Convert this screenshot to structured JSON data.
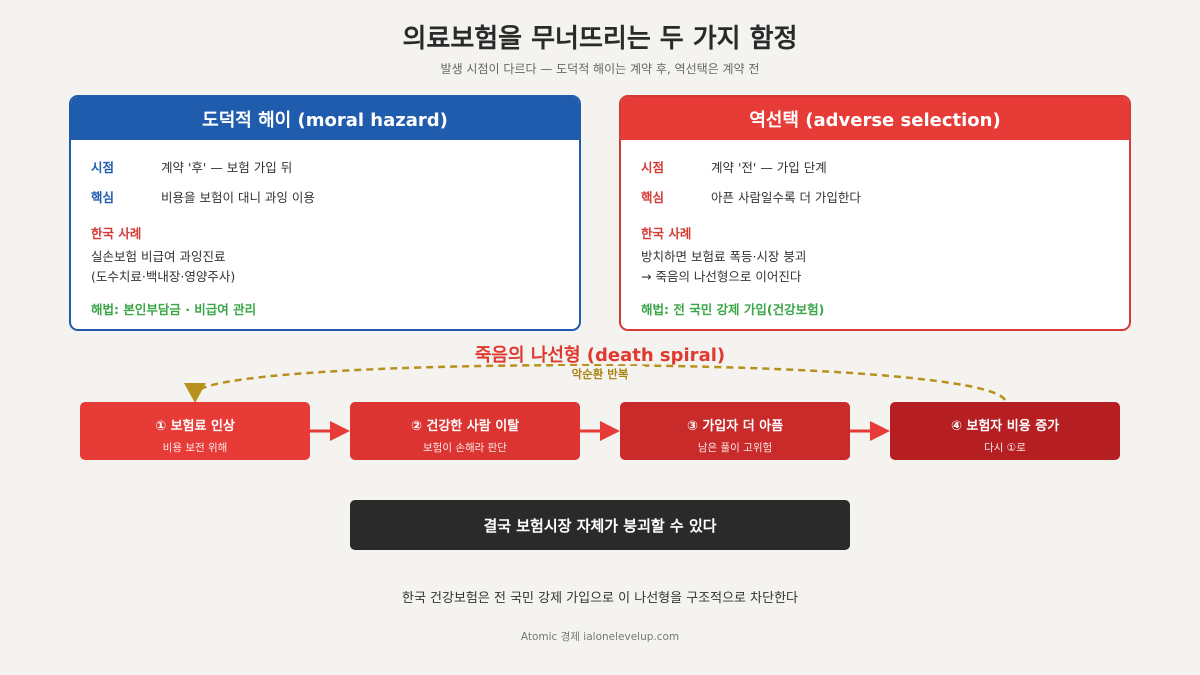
{
  "title": "의료보험을 무너뜨리는 두 가지 함정",
  "subtitle": "발생 시점이 다르다 — 도덕적 해이는 계약 후, 역선택은 계약 전",
  "moral_hazard": {
    "header": "도덕적 해이 (moral hazard)",
    "timing_key": "시점",
    "timing_value": "계약 '후' — 보험 가입 뒤",
    "core_key": "핵심",
    "core_value": "비용을 보험이 대니 과잉 이용",
    "case_label": "한국 사례",
    "case_line1": "실손보험 비급여 과잉진료",
    "case_line2": "(도수치료·백내장·영양주사)",
    "solution": "해법: 본인부담금 · 비급여 관리"
  },
  "adverse_selection": {
    "header": "역선택 (adverse selection)",
    "timing_key": "시점",
    "timing_value": "계약 '전' — 가입 단계",
    "core_key": "핵심",
    "core_value": "아픈 사람일수록 더 가입한다",
    "case_label": "한국 사례",
    "case_line1": "방치하면 보험료 폭등·시장 붕괴",
    "case_line2": "→ 죽음의 나선형으로 이어진다",
    "solution": "해법: 전 국민 강제 가입(건강보험)"
  },
  "spiral": {
    "title": "죽음의 나선형 (death spiral)",
    "loop_label": "악순환 반복",
    "steps": [
      {
        "title": "① 보험료 인상",
        "sub": "비용 보전 위해",
        "color": "#e63b37"
      },
      {
        "title": "② 건강한 사람 이탈",
        "sub": "보험이 손해라 판단",
        "color": "#db3431"
      },
      {
        "title": "③ 가입자 더 아픔",
        "sub": "남은 풀이 고위험",
        "color": "#c92a2a"
      },
      {
        "title": "④ 보험자 비용 증가",
        "sub": "다시 ①로",
        "color": "#b51f22"
      }
    ]
  },
  "conclusion": "결국 보험시장 자체가 붕괴할 수 있다",
  "footnote": "한국 건강보험은 전 국민 강제 가입으로 이 나선형을 구조적으로 차단한다",
  "credit": "Atomic 경제 ialonelevelup.com",
  "colors": {
    "blue": "#1f5cae",
    "red": "#e63b37",
    "green": "#3aa648",
    "gold": "#b8901c",
    "dark": "#2a2a2a"
  }
}
